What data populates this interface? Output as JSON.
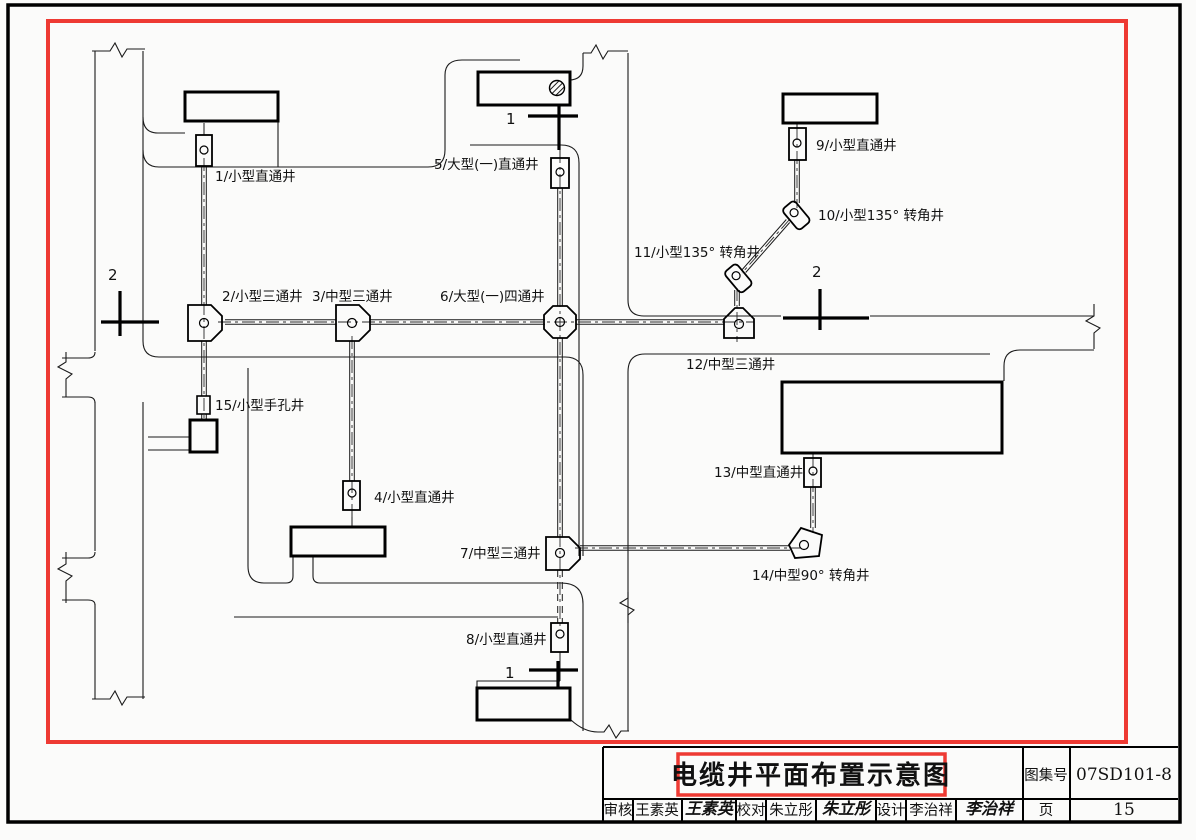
{
  "colors": {
    "frame_red": "#ee3a33",
    "line_black": "#000000",
    "paper": "#fbfbfa"
  },
  "drawing_title": "电缆井平面布置示意图",
  "wells": [
    {
      "label": "1/小型直通井"
    },
    {
      "label": "2/小型三通井"
    },
    {
      "label": "3/中型三通井"
    },
    {
      "label": "4/小型直通井"
    },
    {
      "label": "5/大型(一)直通井"
    },
    {
      "label": "6/大型(一)四通井"
    },
    {
      "label": "7/中型三通井"
    },
    {
      "label": "8/小型直通井"
    },
    {
      "label": "9/小型直通井"
    },
    {
      "label": "10/小型135° 转角井"
    },
    {
      "label": "11/小型135° 转角井"
    },
    {
      "label": "12/中型三通井"
    },
    {
      "label": "13/中型直通井"
    },
    {
      "label": "14/中型90° 转角井"
    },
    {
      "label": "15/小型手孔井"
    }
  ],
  "section_marks": {
    "mark1": "1",
    "mark2": "2"
  },
  "title_block": {
    "atlas_label": "图集号",
    "atlas_number": "07SD101-8",
    "page_label": "页",
    "page_number": "15",
    "reviewer_label": "审核",
    "reviewer_name": "王素英",
    "reviewer_signature": "王素英",
    "checker_label": "校对",
    "checker_name": "朱立彤",
    "checker_signature": "朱立彤",
    "designer_label": "设计",
    "designer_name": "李治祥",
    "designer_signature": "李治祥"
  }
}
